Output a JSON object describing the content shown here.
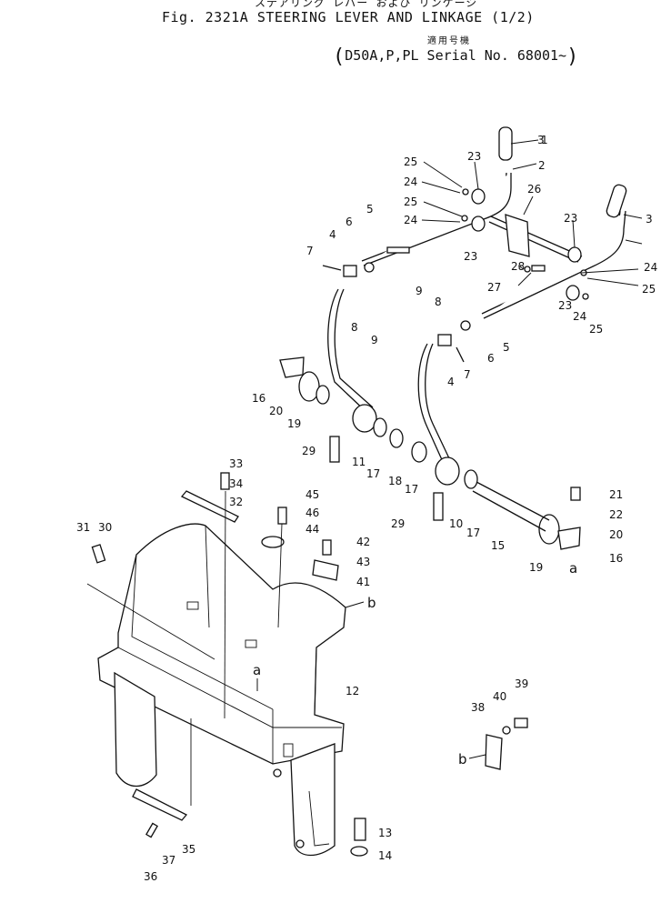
{
  "header": {
    "jp_title": "ステアリング レバー および リンケージ",
    "fig_title": "Fig. 2321A   STEERING LEVER AND LINKAGE (1/2)",
    "jp_applicability": "適用号機",
    "applicability": "D50A,P,PL Serial No. 68001~"
  },
  "callouts": [
    "1",
    "2",
    "3",
    "3",
    "4",
    "4",
    "5",
    "5",
    "6",
    "6",
    "7",
    "7",
    "8",
    "8",
    "9",
    "9",
    "10",
    "11",
    "12",
    "13",
    "14",
    "15",
    "16",
    "16",
    "17",
    "17",
    "17",
    "18",
    "19",
    "19",
    "20",
    "20",
    "21",
    "22",
    "23",
    "23",
    "23",
    "23",
    "24",
    "24",
    "24",
    "24",
    "25",
    "25",
    "25",
    "25",
    "26",
    "27",
    "28",
    "29",
    "29",
    "30",
    "31",
    "32",
    "33",
    "34",
    "35",
    "36",
    "37",
    "38",
    "39",
    "40",
    "41",
    "42",
    "43",
    "44",
    "45",
    "46"
  ],
  "reference_letters": [
    "a",
    "a",
    "b",
    "b"
  ]
}
